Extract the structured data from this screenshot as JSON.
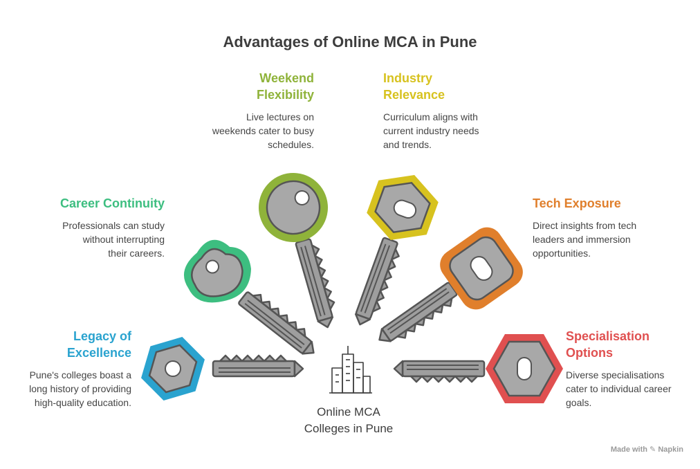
{
  "title": "Advantages of Online MCA in Pune",
  "center": {
    "line1": "Online MCA",
    "line2": "Colleges in Pune"
  },
  "items": [
    {
      "id": "weekend",
      "heading1": "Weekend",
      "heading2": "Flexibility",
      "color": "#8fb33a",
      "desc": [
        "Live lectures on",
        "weekends cater to busy",
        "schedules."
      ]
    },
    {
      "id": "industry",
      "heading1": "Industry",
      "heading2": "Relevance",
      "color": "#d7c21f",
      "desc": [
        "Curriculum aligns with",
        "current industry needs",
        "and trends."
      ]
    },
    {
      "id": "career",
      "heading1": "Career Continuity",
      "heading2": "",
      "color": "#3dbe80",
      "desc": [
        "Professionals can study",
        "without interrupting",
        "their careers."
      ]
    },
    {
      "id": "tech",
      "heading1": "Tech Exposure",
      "heading2": "",
      "color": "#e07f2c",
      "desc": [
        "Direct insights from tech",
        "leaders and immersion",
        "opportunities."
      ]
    },
    {
      "id": "legacy",
      "heading1": "Legacy of",
      "heading2": "Excellence",
      "color": "#2aa3cf",
      "desc": [
        "Pune's colleges boast a",
        "long history of providing",
        "high-quality education."
      ]
    },
    {
      "id": "special",
      "heading1": "Specialisation",
      "heading2": "Options",
      "color": "#e05050",
      "desc": [
        "Diverse specialisations",
        "cater to individual career",
        "goals."
      ]
    }
  ],
  "brand": "Made with ✎ Napkin"
}
